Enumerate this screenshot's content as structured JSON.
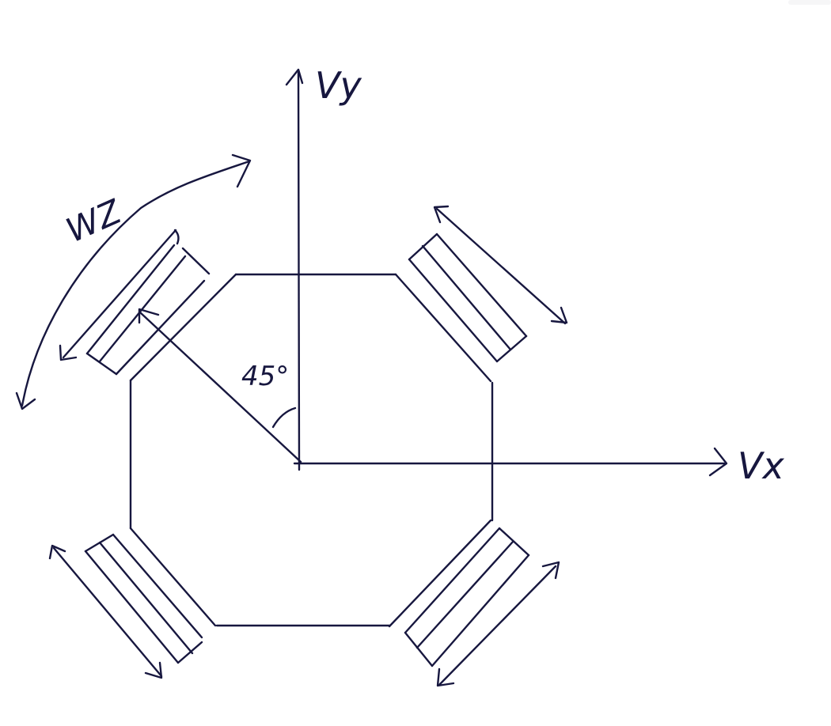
{
  "labels": {
    "vy": "Vy",
    "vx": "Vx",
    "wz": "WZ",
    "angle": "45°"
  },
  "colors": {
    "ink": "#17173f",
    "background": "#ffffff"
  }
}
